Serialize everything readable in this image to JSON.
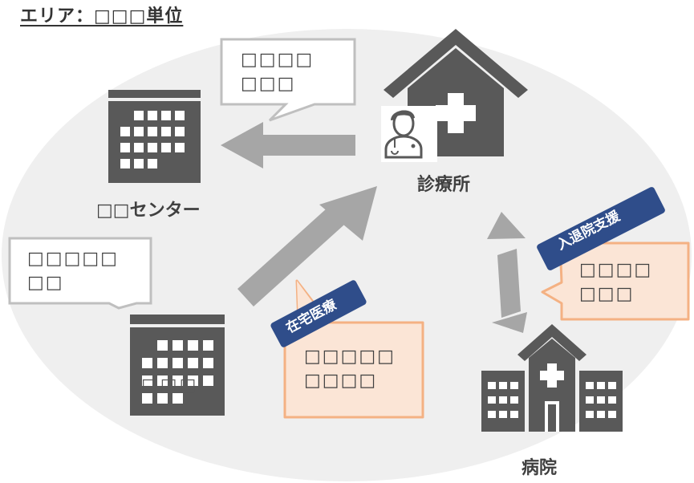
{
  "title": "エリア：□□□単位",
  "nodes": {
    "center_label": "□□センター",
    "clinic_label": "診療所",
    "hospital_label": "病院",
    "facility_label": "□□□"
  },
  "bubbles": {
    "clinic_bubble": "□□□□\n□□□",
    "left_bubble": "□□□□□\n□□",
    "homecare_bubble": "□□□□□\n□□□□",
    "hospital_bubble": "□□□□\n□□□"
  },
  "tags": {
    "homecare_tag": "在宅医療",
    "admission_tag": "入退院支援"
  },
  "colors": {
    "ellipse": "#efefef",
    "icon": "#595959",
    "arrow": "#a6a6a6",
    "tag": "#2f4d8a",
    "bubble_orange_fill": "#fbe5d6",
    "bubble_orange_border": "#f4b183",
    "bubble_gray_border": "#bfbfbf"
  }
}
